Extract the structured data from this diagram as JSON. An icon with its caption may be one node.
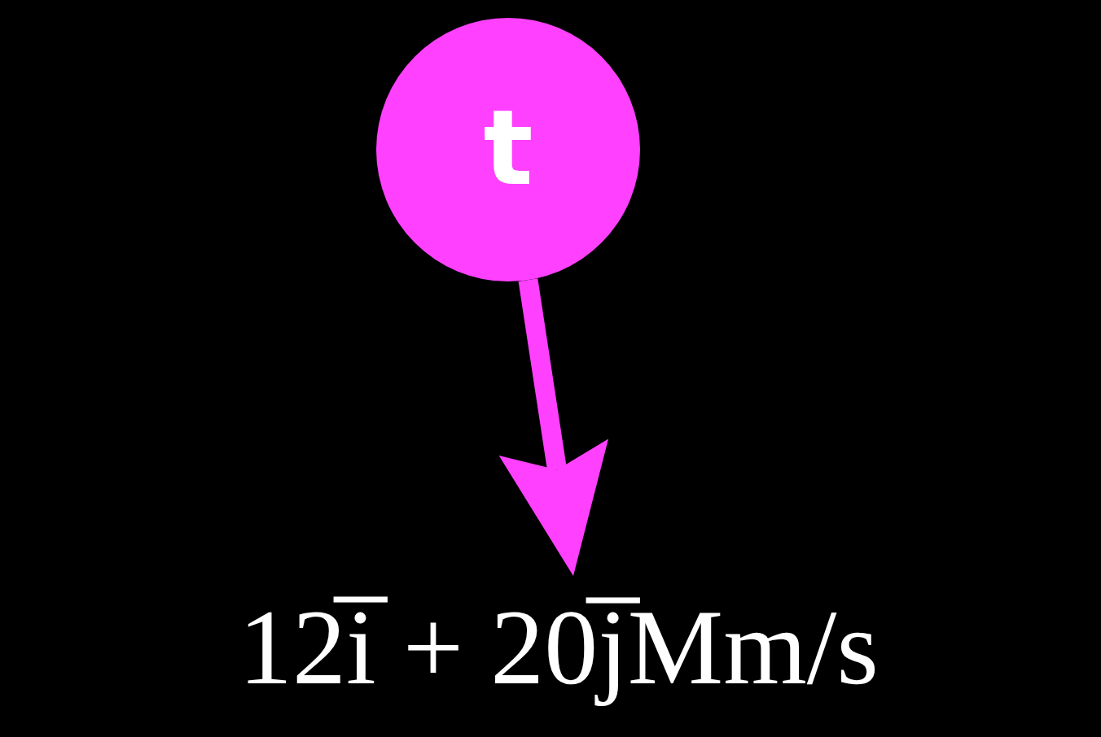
{
  "diagram": {
    "nodes": [
      {
        "text": [
          "t"
        ]
      },
      {
        "text": [
          "12i̅ + 20j̅Mm/s"
        ]
      }
    ],
    "edges": [
      {
        "from": 0,
        "to": 1,
        "arrow": "to"
      }
    ]
  }
}
